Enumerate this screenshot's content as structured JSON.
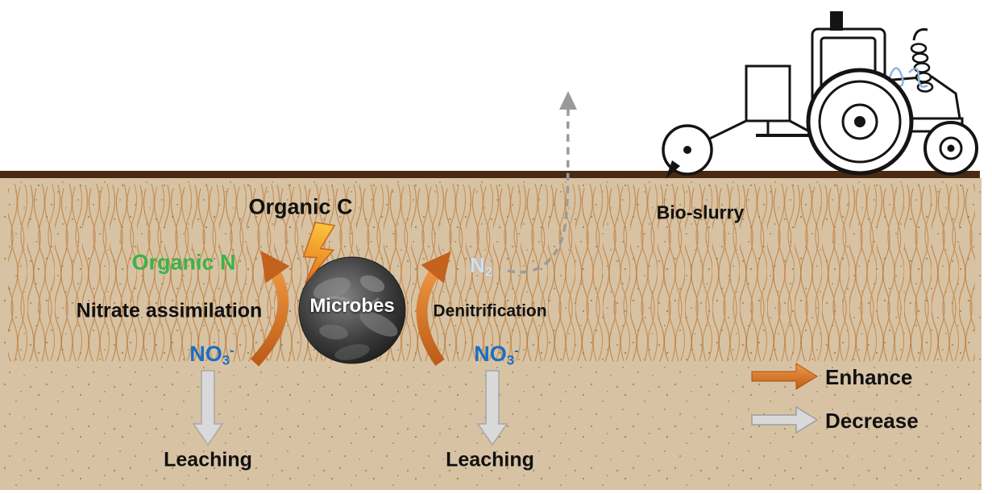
{
  "diagram": {
    "organic_c": "Organic C",
    "organic_n": "Organic N",
    "nitrate_assimilation": "Nitrate assimilation",
    "microbes": "Microbes",
    "denitrification": "Denitrification",
    "n2": {
      "base": "N",
      "sub": "2"
    },
    "no3": {
      "base": "NO",
      "sub": "3",
      "sup": "-"
    },
    "leaching_left": "Leaching",
    "leaching_right": "Leaching",
    "bio_slurry": "Bio-slurry"
  },
  "legend": {
    "enhance": "Enhance",
    "decrease": "Decrease"
  },
  "colors": {
    "soil": "#d7c3a4",
    "surface_line": "#4a2a12",
    "enhance_arrow": "#d96f24",
    "decrease_arrow": "#d9d9d9",
    "organic_n_text": "#3bb44a",
    "no3_text": "#1a6ec5",
    "n2_text": "#cfe0f2",
    "root_texture": "#c18246"
  }
}
